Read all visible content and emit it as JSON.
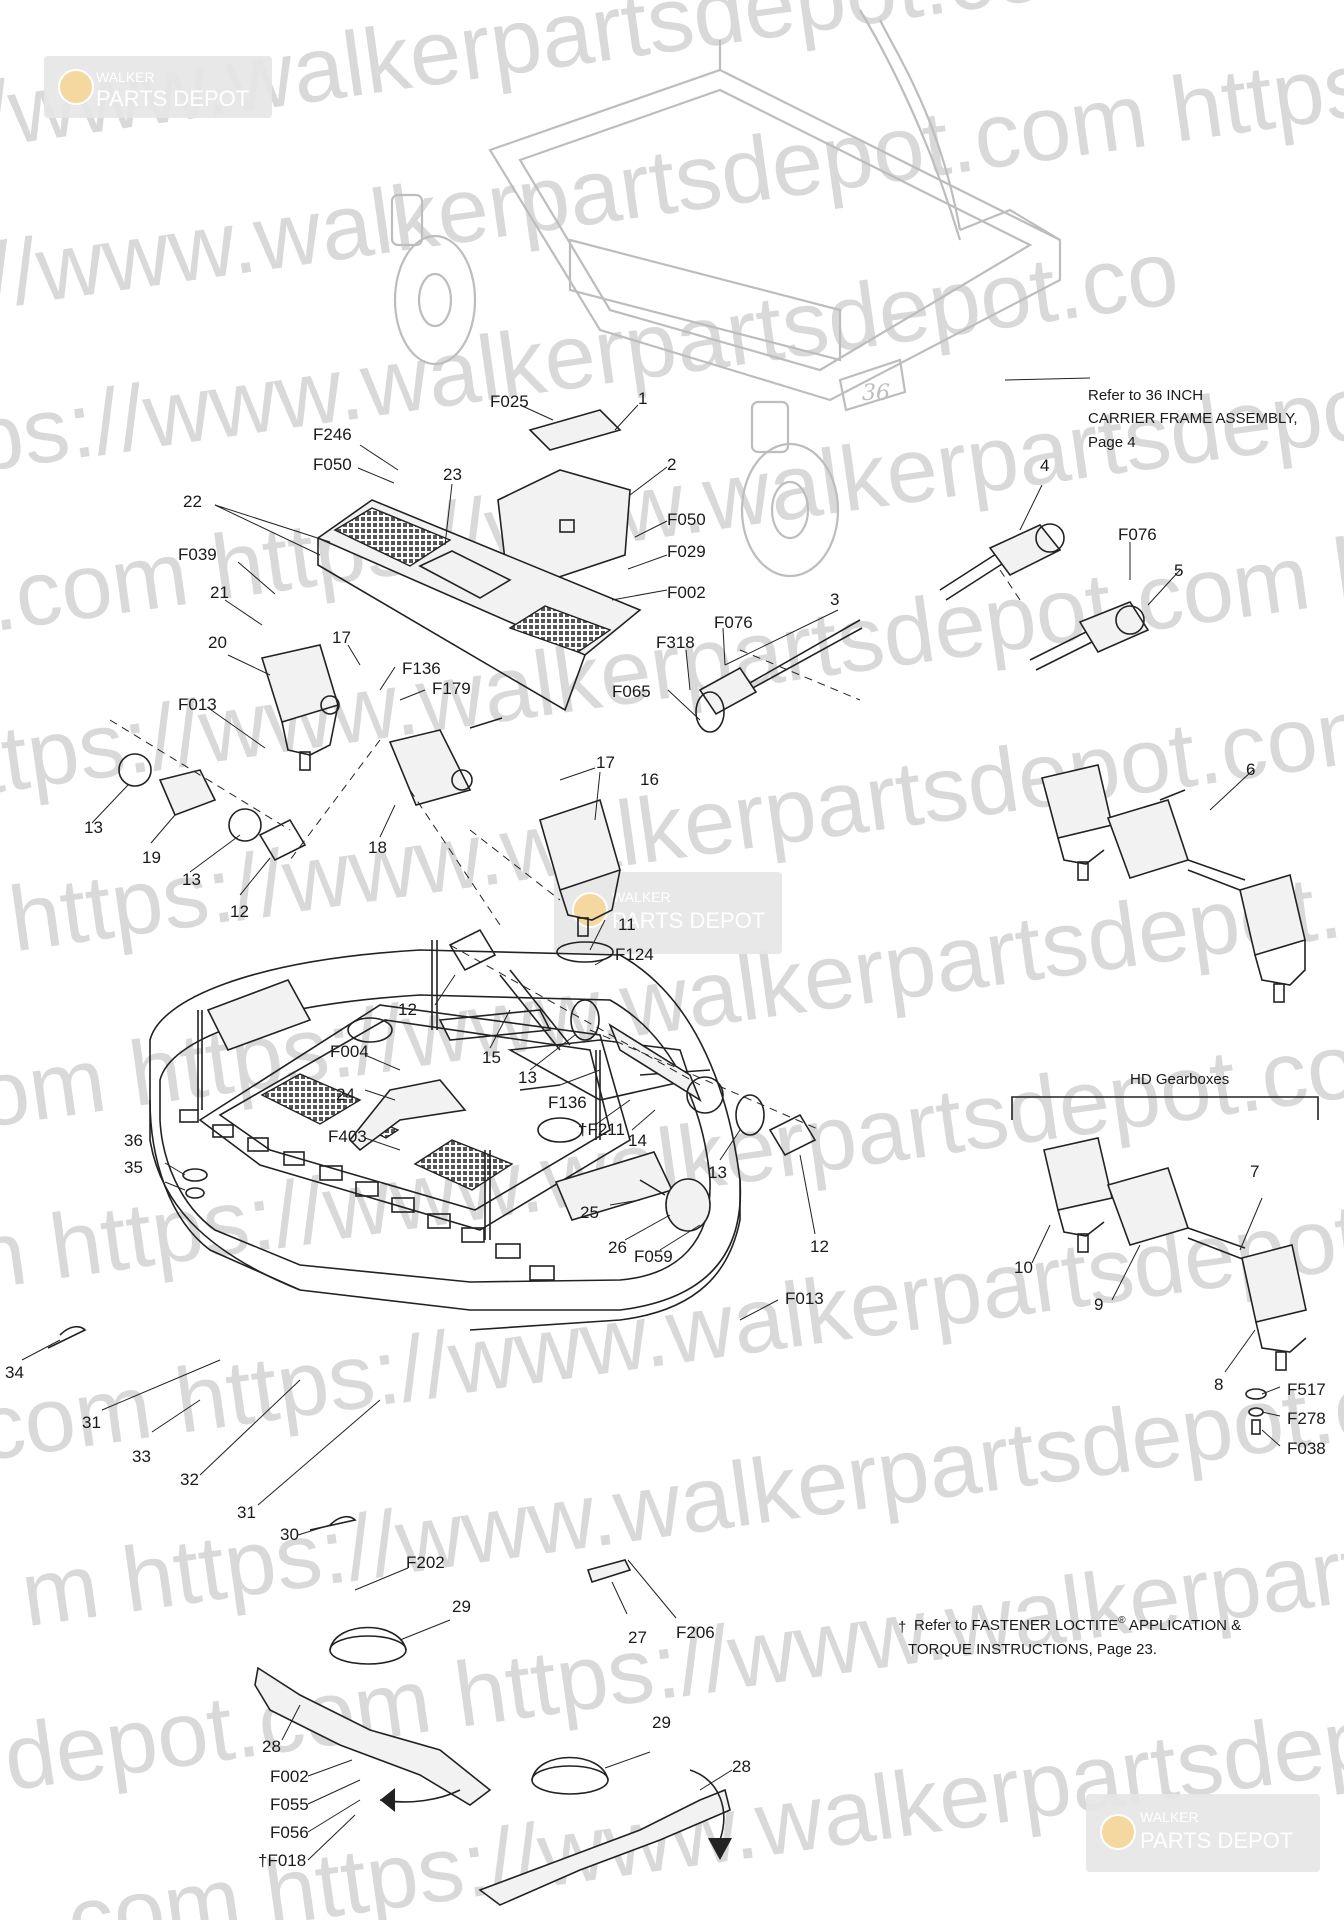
{
  "watermark": {
    "url_fragments": [
      "ps://www.walkerpartsdepot.com  https://",
      "tps://www.walkerpartsdepot.com  https://",
      "ttps://www.walkerpartsdepot.co",
      "ot.com  https://www.walkerpartsdepot.com  http",
      "https://www.walkerpartsdepot.com  ht",
      "m  https://www.walkerpartsdepot.com",
      "com  https://www.walkerpartsdepot.com",
      "n  https://www.walkerpartsdepot.com",
      "com  https://www.walkerpartsdepot.com",
      "m  https://www.walkerpartsdepot.com",
      "depot.com  https://www.walkerpartsdepot.com",
      "com  https://www.walkerpartsdepot.com"
    ],
    "logo_line1": "WALKER",
    "logo_line2": "PARTS DEPOT"
  },
  "labels": {
    "frame_ref": [
      "Refer to 36 INCH",
      "CARRIER FRAME ASSEMBLY,",
      "Page 4"
    ],
    "hd_title": "HD Gearboxes",
    "loctite_line1": "Refer to FASTENER LOCTITE",
    "loctite_reg": "®",
    "loctite_line1b": " APPLICATION &",
    "loctite_line2": "TORQUE INSTRUCTIONS, Page 23.",
    "dagger": "†",
    "frame_badge": "36"
  },
  "callouts": {
    "F025": "F025",
    "c1": "1",
    "c2": "2",
    "F246": "F246",
    "F050a": "F050",
    "c23": "23",
    "c22": "22",
    "F039": "F039",
    "c21": "21",
    "c20": "20",
    "F013a": "F013",
    "c17a": "17",
    "F136a": "F136",
    "F179": "F179",
    "F050b": "F050",
    "F029": "F029",
    "F002a": "F002",
    "c3": "3",
    "F076a": "F076",
    "F318": "F318",
    "F065": "F065",
    "c4": "4",
    "F076b": "F076",
    "c5": "5",
    "c6": "6",
    "c13a": "13",
    "c19": "19",
    "c13b": "13",
    "c12a": "12",
    "c18": "18",
    "c17b": "17",
    "c16": "16",
    "c11": "11",
    "F124": "F124",
    "c12b": "12",
    "c15": "15",
    "c13c": "13",
    "F136b": "F136",
    "F211": "†F211",
    "c14": "14",
    "c13d": "13",
    "c12c": "12",
    "F004": "F004",
    "c24": "24",
    "F403": "F403",
    "c36": "36",
    "c35": "35",
    "c25": "25",
    "c26": "26",
    "F059": "F059",
    "F013b": "F013",
    "c34": "34",
    "c31a": "31",
    "c33": "33",
    "c32": "32",
    "c31b": "31",
    "c30": "30",
    "F202": "F202",
    "c29a": "29",
    "c27": "27",
    "F206": "F206",
    "c7": "7",
    "c10": "10",
    "c9": "9",
    "c8": "8",
    "F517": "F517",
    "F278": "F278",
    "F038": "F038",
    "c28a": "28",
    "F002b": "F002",
    "F055": "F055",
    "F056": "F056",
    "F018": "†F018",
    "c29b": "29",
    "c28b": "28"
  }
}
